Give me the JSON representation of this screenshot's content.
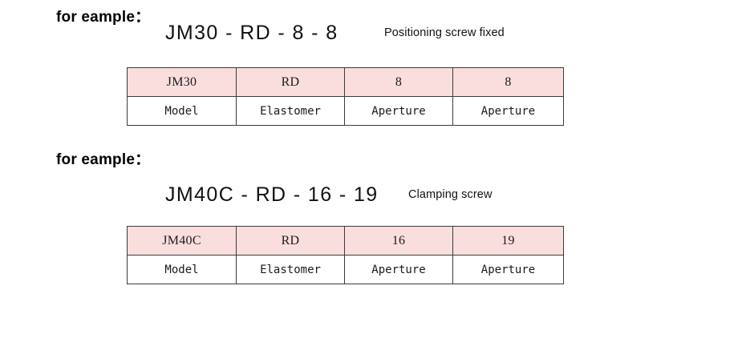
{
  "page": {
    "background_color": "#ffffff",
    "header_cell_color": "#fadede",
    "border_color": "#3b3b3b"
  },
  "examples": [
    {
      "label": "for eample：",
      "model_code": "JM30 - RD - 8 - 8",
      "screw_note": "Positioning screw fixed",
      "table": {
        "header": [
          "JM30",
          "RD",
          "8",
          "8"
        ],
        "body": [
          "Model",
          "Elastomer",
          "Aperture",
          "Aperture"
        ]
      }
    },
    {
      "label": "for eample：",
      "model_code": "JM40C - RD - 16 - 19",
      "screw_note": "Clamping screw",
      "table": {
        "header": [
          "JM40C",
          "RD",
          "16",
          "19"
        ],
        "body": [
          "Model",
          "Elastomer",
          "Aperture",
          "Aperture"
        ]
      }
    }
  ]
}
